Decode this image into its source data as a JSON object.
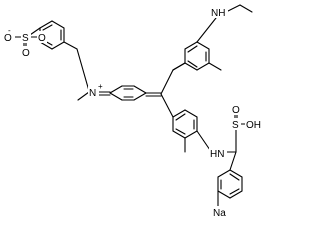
{
  "molecule": {
    "labels": {
      "sulfonate": "O⁻S(=O)(=O)",
      "o_minus": "O",
      "minus_sign": "-",
      "sulfur_top": "S",
      "oxygen_top_right": "O",
      "oxygen_top_down": "O",
      "n_plus": "N",
      "n_plus_charge": "+",
      "nh_ethyl": "NH",
      "nh_lower": "HN",
      "sulfonic_s": "S",
      "sulfonic_oh": "OH",
      "sulfonic_o": "O",
      "sodium": "Na"
    }
  }
}
